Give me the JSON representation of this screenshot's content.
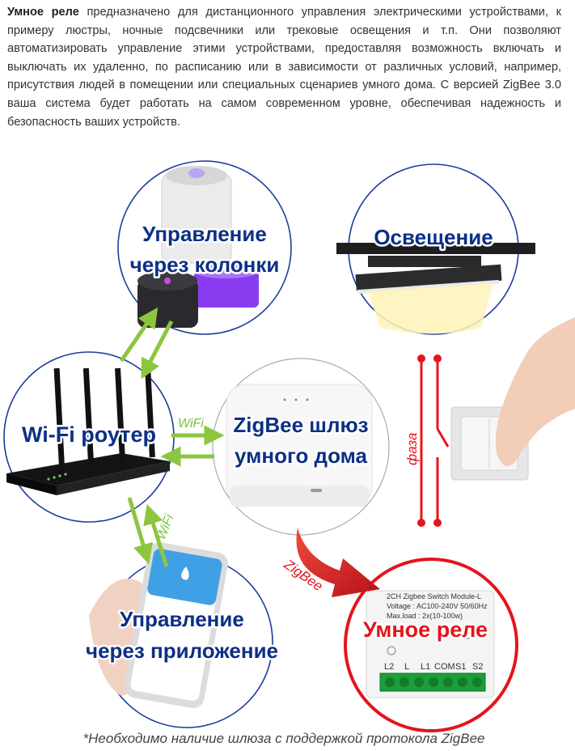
{
  "intro": {
    "bold": "Умное реле",
    "text": " предназначено для дистанционного управления электрическими устройствами, к примеру люстры, ночные подсвечники или трековые освещения и т.п. Они позволяют автоматизировать управление этими устройствами, предоставляя возможность включать и выключать их удаленно, по расписанию или в зависимости от различных условий, например, присутствия людей в помещении или специальных сценариев умного дома. С версией ZigBee 3.0 ваша система будет работать на самом современном уровне, обеспечивая надежность и безопасность ваших устройств."
  },
  "nodes": {
    "speakers": {
      "line1": "Управление",
      "line2": "через колонки"
    },
    "lighting": {
      "label": "Освещение"
    },
    "router": {
      "label": "Wi-Fi роутер"
    },
    "gateway": {
      "line1": "ZigBee шлюз",
      "line2": "умного дома"
    },
    "app": {
      "line1": "Управление",
      "line2": "через приложение"
    },
    "relay": {
      "label": "Умное реле"
    }
  },
  "links": {
    "wifi_gateway": "WiFi",
    "wifi_phone": "WiFi",
    "zigbee": "ZigBee",
    "phase": "фаза"
  },
  "module": {
    "line1": "2CH Zigbee Switch Module-L",
    "line2": "Voltage : AC100-240V 50/60Hz",
    "line3": "Max.load : 2x(10-100w)",
    "terminals": {
      "l2": "L2",
      "l": "L",
      "l1": "L1",
      "com": "COM",
      "s1": "S1",
      "s2": "S2"
    }
  },
  "footnote": "*Необходимо наличие шлюза с поддержкой протокола ZigBee",
  "colors": {
    "label_blue": "#0d2f86",
    "circle_blue": "#1b3c9c",
    "relay_red": "#e4141d",
    "wifi_green": "#8cc63f"
  }
}
